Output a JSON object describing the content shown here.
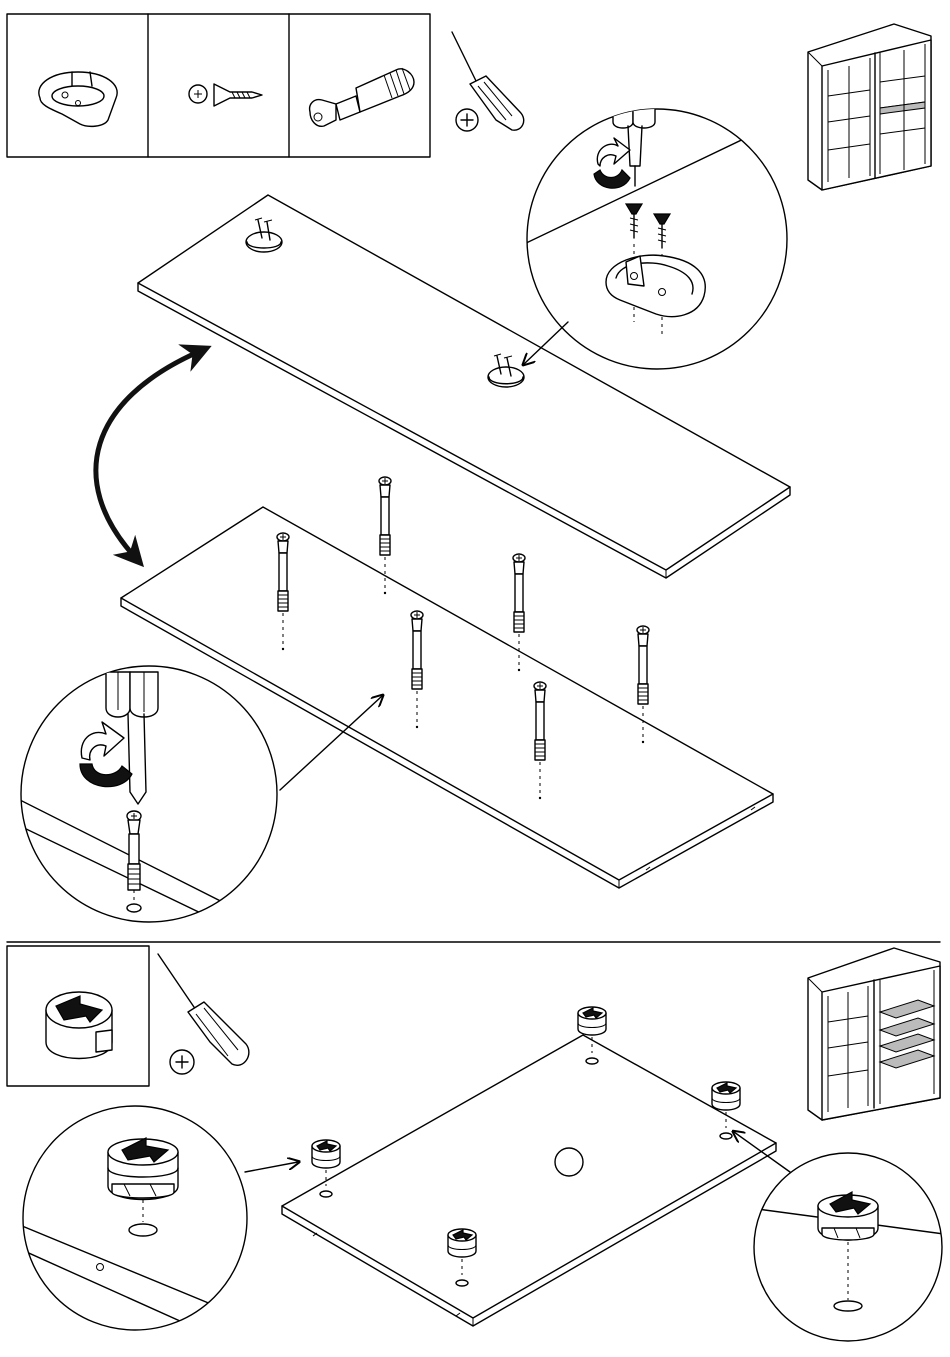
{
  "page": {
    "background": "#ffffff",
    "ink": "#000000",
    "accent_shelf": "#bdbdbd"
  },
  "step_a": {
    "parts": [
      {
        "icon": "shelf-support-bracket-icon"
      },
      {
        "icon": "screw-with-phillips-head-icon"
      },
      {
        "icon": "cam-dowel-bolt-icon"
      }
    ],
    "tool": "phillips-screwdriver-icon",
    "overview": "wardrobe-overview-icon",
    "dowel_count": 6,
    "bracket_count": 2
  },
  "step_b": {
    "parts": [
      {
        "icon": "cam-lock-nut-icon"
      }
    ],
    "tool": "phillips-screwdriver-icon",
    "overview": "wardrobe-overview-shelves-highlighted-icon",
    "cam_count": 4
  }
}
